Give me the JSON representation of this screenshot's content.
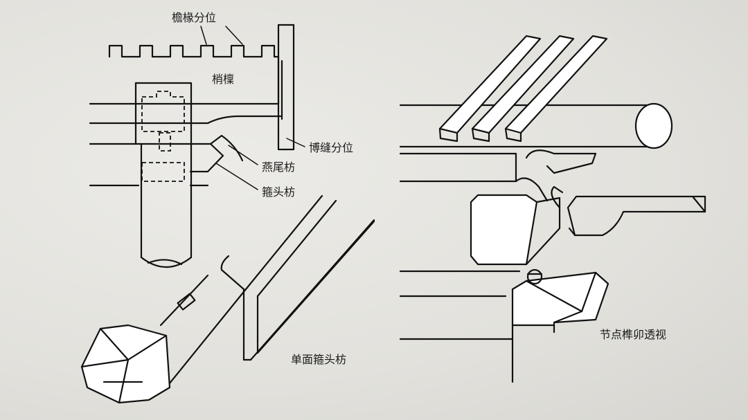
{
  "labels": {
    "eave_rafter_division": "檐椽分位",
    "shaoheng": "梢檁",
    "bofeng_division": "博缝分位",
    "swallowtail_fang": "燕尾枋",
    "hoop_head_fang": "箍头枋",
    "single_face_hoop_head_fang": "单面箍头枋",
    "joint_mortise_tenon_perspective": "节点榫卯透视"
  }
}
